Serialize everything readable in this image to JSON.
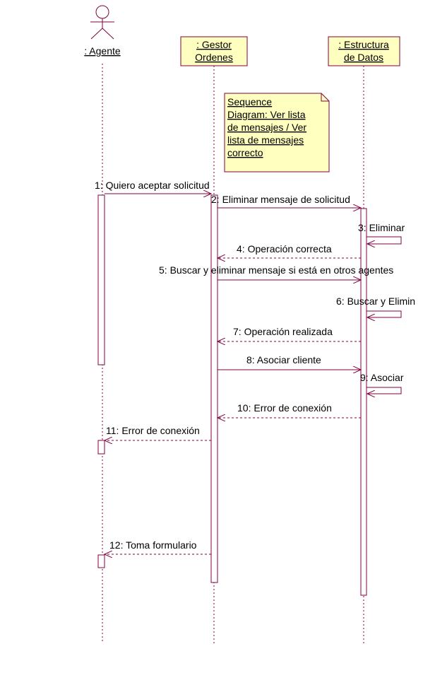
{
  "actor": {
    "label": ": Agente"
  },
  "lifelines": [
    {
      "id": "gestor",
      "lines": [
        ": Gestor",
        "Ordenes"
      ]
    },
    {
      "id": "estructura",
      "lines": [
        ": Estructura",
        "de Datos"
      ]
    }
  ],
  "note": {
    "lines": [
      "Sequence ",
      "Diagram: Ver lista",
      "de mensajes / Ver",
      "lista de mensajes ",
      "correcto"
    ]
  },
  "messages": [
    {
      "label": "1: Quiero aceptar solicitud",
      "kind": "call"
    },
    {
      "label": "2: Eliminar mensaje de solicitud",
      "kind": "call"
    },
    {
      "label": "3: Eliminar",
      "kind": "self"
    },
    {
      "label": "4: Operación correcta",
      "kind": "return"
    },
    {
      "label": "5: Buscar y eliminar mensaje si está en otros agentes",
      "kind": "call"
    },
    {
      "label": "6: Buscar y Elimin",
      "kind": "self"
    },
    {
      "label": "7: Operación realizada",
      "kind": "return"
    },
    {
      "label": "8: Asociar cliente",
      "kind": "call"
    },
    {
      "label": "9: Asociar",
      "kind": "self"
    },
    {
      "label": "10: Error de conexión",
      "kind": "return"
    },
    {
      "label": "11: Error de conexión",
      "kind": "return"
    },
    {
      "label": "12: Toma formulario",
      "kind": "return"
    }
  ],
  "colors": {
    "line": "#800040",
    "note_fill": "#ffffc0",
    "box_fill": "#ffffc0",
    "text": "#000000"
  }
}
